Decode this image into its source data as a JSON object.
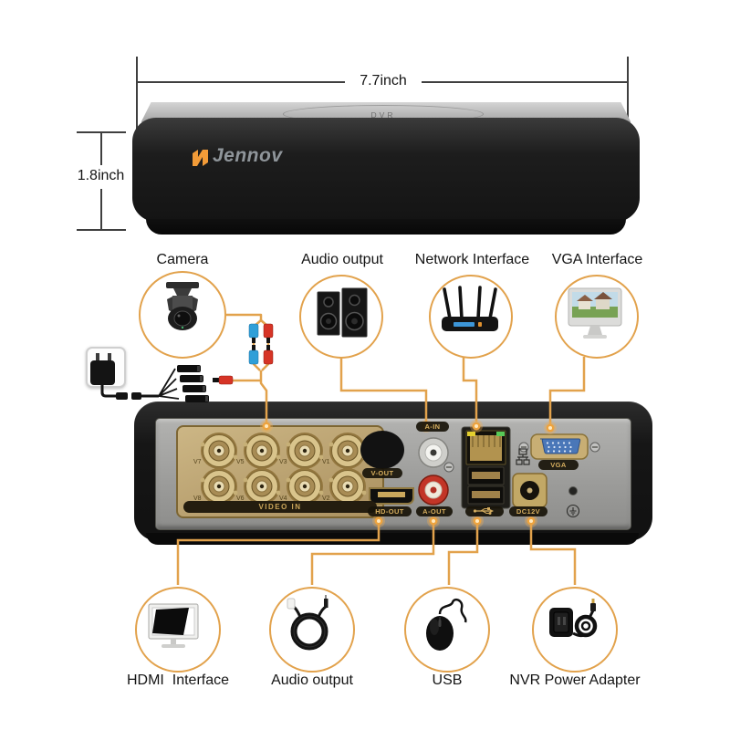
{
  "dimensions": {
    "width": "7.7inch",
    "height": "1.8inch"
  },
  "device": {
    "brand": "Jennov",
    "top_badge": "DVR"
  },
  "top_callouts": [
    {
      "label": "Camera",
      "icon": "bullet-camera-icon"
    },
    {
      "label": "Audio output",
      "icon": "speakers-icon"
    },
    {
      "label": "Network Interface",
      "icon": "wifi-router-icon"
    },
    {
      "label": "VGA Interface",
      "icon": "imac-monitor-icon"
    }
  ],
  "bottom_callouts": [
    {
      "label": "HDMI  Interface",
      "icon": "monitor-icon"
    },
    {
      "label": "Audio output",
      "icon": "audio-cable-icon"
    },
    {
      "label": "USB",
      "icon": "mouse-icon"
    },
    {
      "label": "NVR Power Adapter",
      "icon": "power-adapter-icon"
    }
  ],
  "rear_panel": {
    "video_in": "VIDEO IN",
    "bnc_row1": [
      "V7",
      "V5",
      "V3",
      "V1"
    ],
    "bnc_row2": [
      "V8",
      "V6",
      "V4",
      "V2"
    ],
    "v_out": "V-OUT",
    "a_in": "A-IN",
    "hd_out": "HD-OUT",
    "a_out": "A-OUT",
    "dc_power": "DC12V",
    "vga": "VGA"
  },
  "colors": {
    "callout_orange": "#E2A24C",
    "brand_orange": "#F29B38",
    "panel_silver": "#A5A5A3",
    "port_gold": "#B2934F",
    "vga_blue": "#4A77B8",
    "rca_red": "#C23527",
    "connector_blue": "#2F9FD8",
    "connector_red": "#D63426"
  }
}
